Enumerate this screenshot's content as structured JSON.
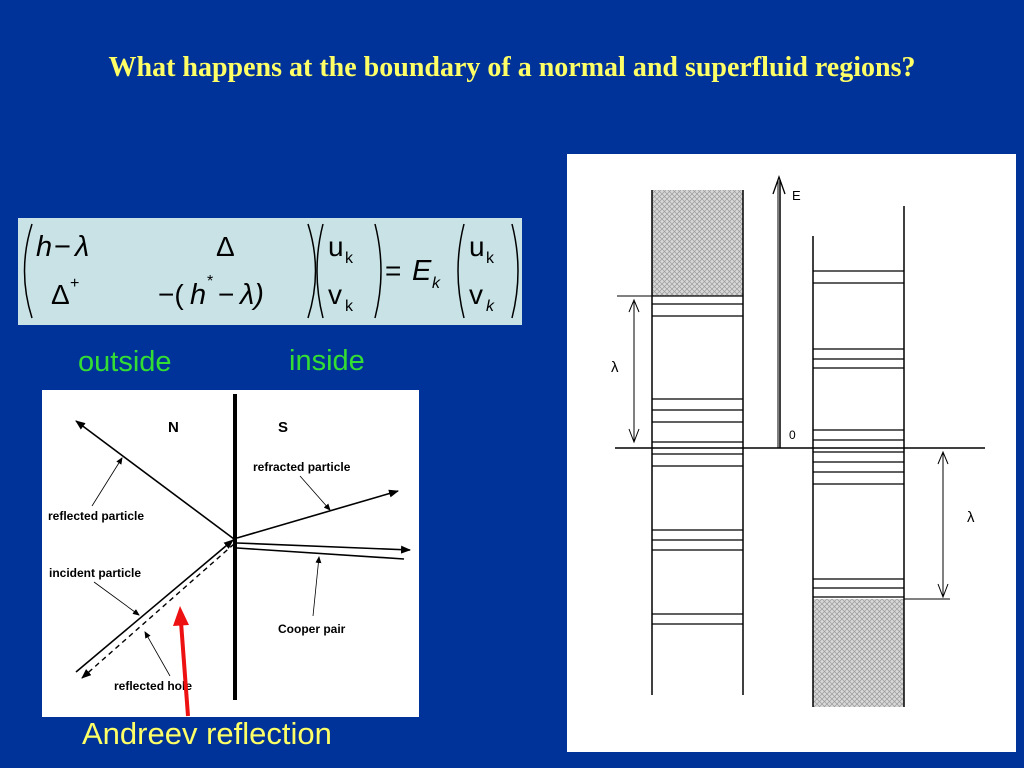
{
  "slide": {
    "title": "What happens at the boundary of a normal and superfluid regions?"
  },
  "equation": {
    "m11_h": "h",
    "m11_minus": "−",
    "m11_lambda": "λ",
    "m12": "Δ",
    "m21": "Δ",
    "m21_sup": "+",
    "m22_prefix": "−(",
    "m22_h": "h",
    "m22_star": "*",
    "m22_minus": "−",
    "m22_lambda": "λ)",
    "u1": "u",
    "u1_sub": "k",
    "v1": "v",
    "v1_sub": "k",
    "equals": "=",
    "E": "E",
    "E_sub": "k",
    "u2": "u",
    "u2_sub": "k",
    "v2": "v",
    "v2_sub": "k"
  },
  "labels": {
    "outside": "outside",
    "inside": "inside",
    "andreev": "Andreev reflection"
  },
  "reflection_diagram": {
    "N": "N",
    "S": "S",
    "refracted_particle": "refracted particle",
    "reflected_particle": "reflected particle",
    "incident_particle": "incident particle",
    "cooper_pair": "Cooper pair",
    "reflected_hole": "reflected hole"
  },
  "energy_diagram": {
    "E_label": "E",
    "lambda_upper": "λ",
    "lambda_lower": "λ",
    "zero": "0"
  },
  "colors": {
    "background": "#003399",
    "title": "#ffff66",
    "green": "#33dd33",
    "arrow_red": "#ee1111",
    "matrix_bg": "#c8e2e6"
  }
}
